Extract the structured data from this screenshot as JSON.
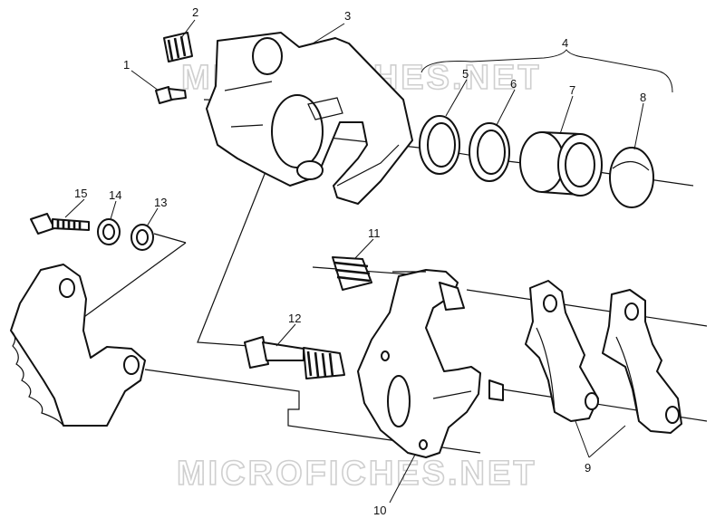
{
  "diagram": {
    "callouts": {
      "c1": "1",
      "c2": "2",
      "c3": "3",
      "c4": "4",
      "c5": "5",
      "c6": "6",
      "c7": "7",
      "c8": "8",
      "c9": "9",
      "c10": "10",
      "c11": "11",
      "c12": "12",
      "c13": "13",
      "c14": "14",
      "c15": "15"
    },
    "watermark": {
      "top": "MICROFICHES.NET",
      "bottom": "MICROFICHES.NET"
    }
  }
}
